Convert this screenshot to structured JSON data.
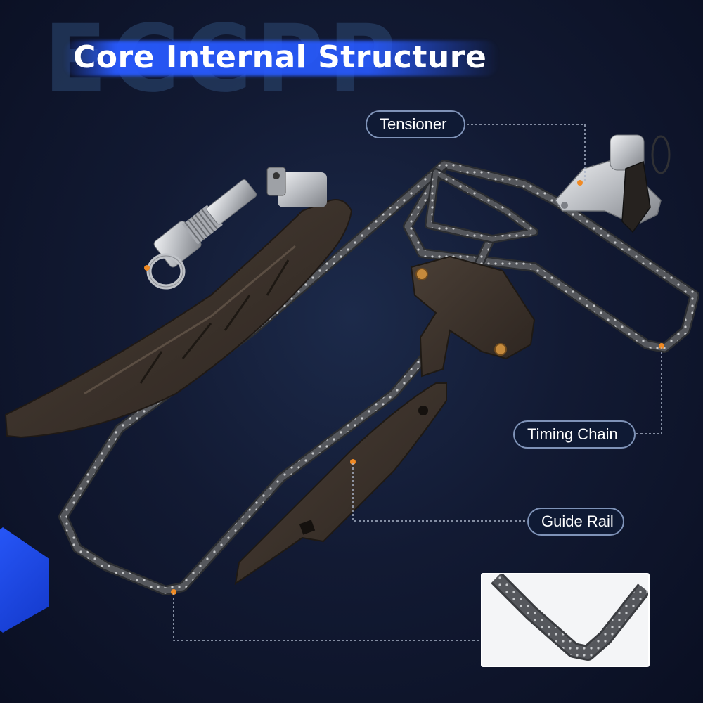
{
  "brand": {
    "watermark": "ECCPP"
  },
  "title": "Core Internal Structure",
  "labels": {
    "tensioner": "Tensioner",
    "timing_chain": "Timing Chain",
    "guide_rail": "Guide Rail"
  },
  "colors": {
    "background": "#121a33",
    "accent_blue": "#2a5bff",
    "marker_orange": "#f08a24",
    "plastic_dark": "#3b312a",
    "chain_gray": "#5f6166",
    "metal_silver": "#c9cbcf",
    "bushing_bronze": "#c58a3c"
  },
  "icons": {
    "callout_marker": "orange-dot-icon",
    "leader_line": "dotted-leader-line"
  }
}
